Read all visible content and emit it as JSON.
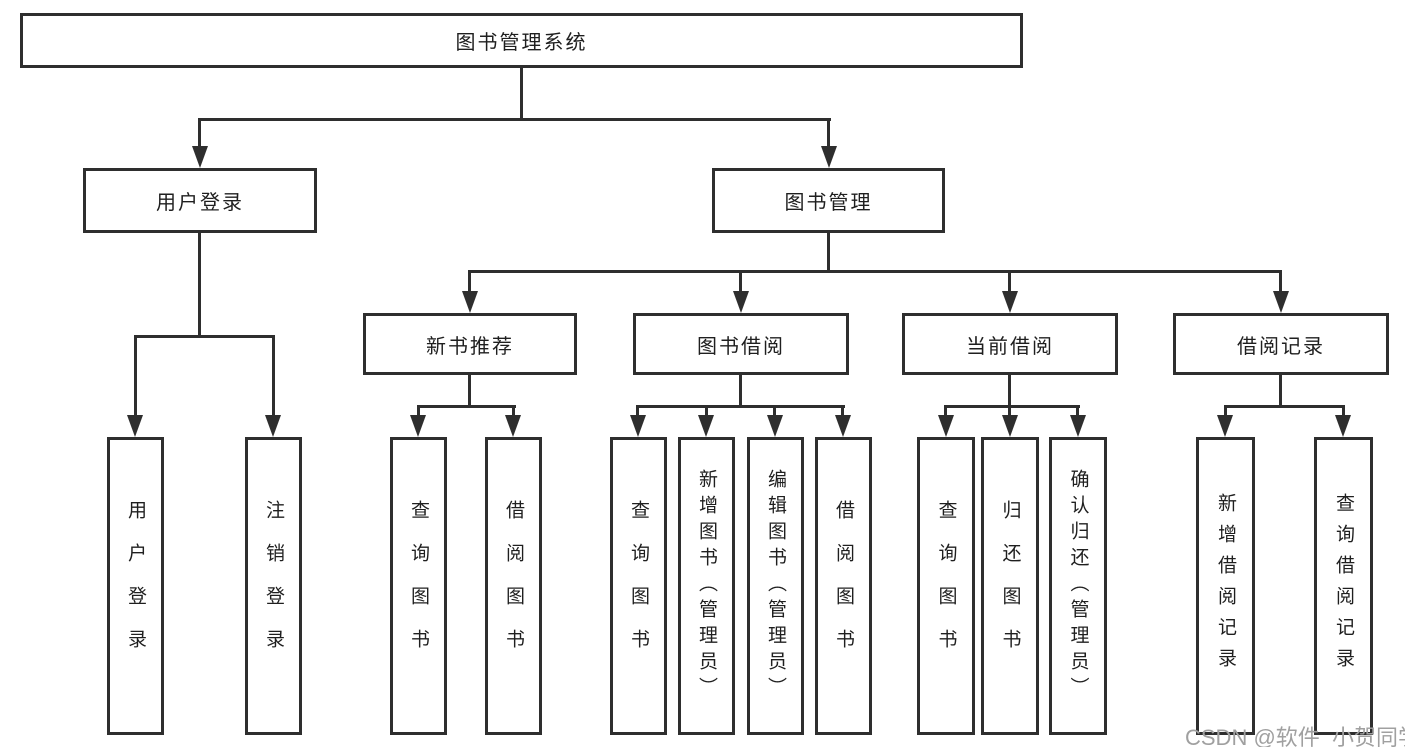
{
  "diagram": {
    "root": {
      "label": "图书管理系统"
    },
    "level1": [
      {
        "label": "用户登录"
      },
      {
        "label": "图书管理"
      }
    ],
    "level2": [
      {
        "label": "新书推荐"
      },
      {
        "label": "图书借阅"
      },
      {
        "label": "当前借阅"
      },
      {
        "label": "借阅记录"
      }
    ],
    "leaf_groups": [
      {
        "parent": "用户登录",
        "items": [
          {
            "label": "用户登录"
          },
          {
            "label": "注销登录"
          }
        ]
      },
      {
        "parent": "新书推荐",
        "items": [
          {
            "label": "查询图书"
          },
          {
            "label": "借阅图书"
          }
        ]
      },
      {
        "parent": "图书借阅",
        "items": [
          {
            "label": "查询图书"
          },
          {
            "label": "新增图书（管理员）"
          },
          {
            "label": "编辑图书（管理员）"
          },
          {
            "label": "借阅图书"
          }
        ]
      },
      {
        "parent": "当前借阅",
        "items": [
          {
            "label": "查询图书"
          },
          {
            "label": "归还图书"
          },
          {
            "label": "确认归还（管理员）"
          }
        ]
      },
      {
        "parent": "借阅记录",
        "items": [
          {
            "label": "新增借阅记录"
          },
          {
            "label": "查询借阅记录"
          }
        ]
      }
    ],
    "watermark": "CSDN @软件_小贺同学",
    "colors": {
      "line": "#2e2e2e",
      "text": "#1f1f1f",
      "watermark": "#a0a0a0",
      "background": "#ffffff"
    }
  }
}
